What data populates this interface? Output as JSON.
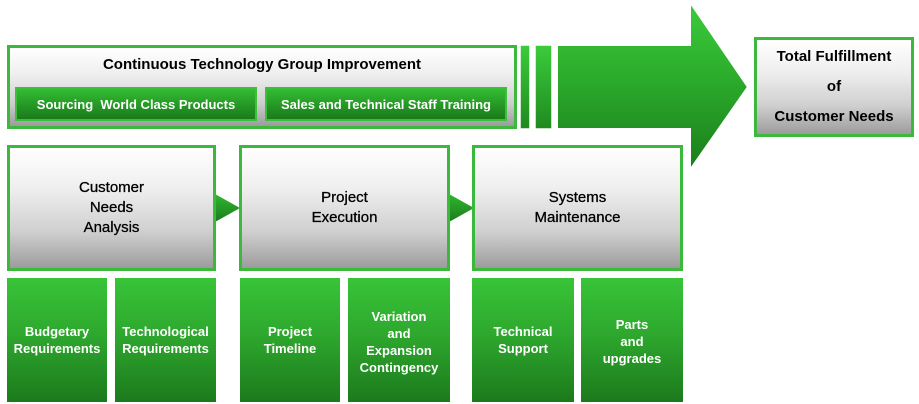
{
  "improvement": {
    "title": "Continuous Technology Group Improvement",
    "left_label": "Sourcing  World Class Products",
    "right_label": "Sales and Technical Staff Training"
  },
  "goal": {
    "label": "Total Fulfillment\nof\nCustomer Needs"
  },
  "stages": [
    {
      "label": "Customer\nNeeds\nAnalysis"
    },
    {
      "label": "Project\nExecution"
    },
    {
      "label": "Systems\nMaintenance"
    }
  ],
  "sub_boxes": [
    {
      "label": "Budgetary\nRequirements"
    },
    {
      "label": "Technological\nRequirements"
    },
    {
      "label": "Project\nTimeline"
    },
    {
      "label": "Variation\nand\nExpansion\nContingency"
    },
    {
      "label": "Technical\nSupport"
    },
    {
      "label": "Parts\nand\nupgrades"
    }
  ],
  "colors": {
    "accent_green": "#3cb83c",
    "dark_green": "#1c7a1c"
  }
}
